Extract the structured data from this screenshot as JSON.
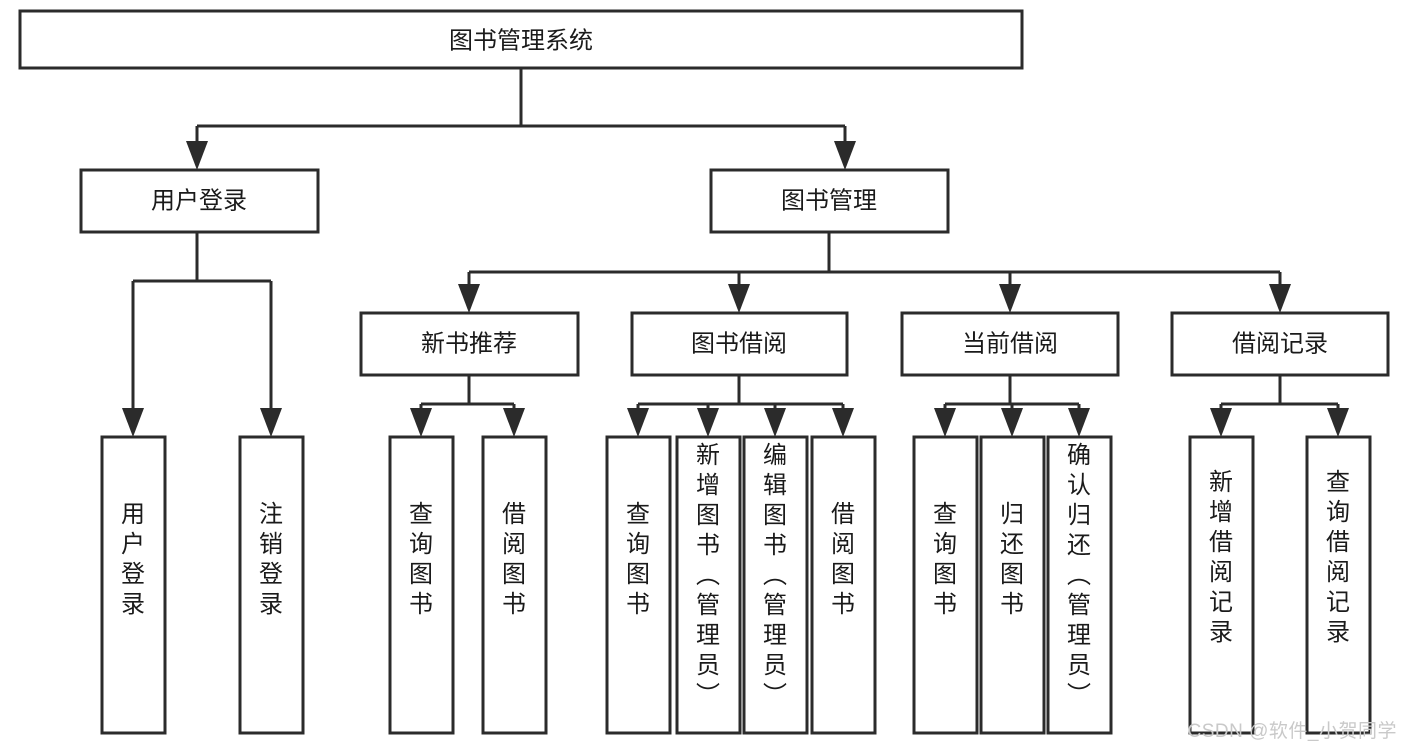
{
  "diagram": {
    "title": "图书管理系统",
    "type": "tree-hierarchy",
    "colors": {
      "box_stroke": "#2b2b2b",
      "box_fill": "#ffffff",
      "text": "#1a1a1a",
      "background": "#ffffff",
      "watermark": "#c9c9c9"
    },
    "root": {
      "id": "root",
      "label": "图书管理系统",
      "orientation": "horizontal"
    },
    "level1": [
      {
        "id": "user-login",
        "label": "用户登录",
        "orientation": "horizontal"
      },
      {
        "id": "book-management",
        "label": "图书管理",
        "orientation": "horizontal"
      }
    ],
    "level2": [
      {
        "id": "new-book-recommend",
        "label": "新书推荐",
        "parent": "book-management",
        "orientation": "horizontal"
      },
      {
        "id": "book-borrow",
        "label": "图书借阅",
        "parent": "book-management",
        "orientation": "horizontal"
      },
      {
        "id": "current-borrow",
        "label": "当前借阅",
        "parent": "book-management",
        "orientation": "horizontal"
      },
      {
        "id": "borrow-record",
        "label": "借阅记录",
        "parent": "book-management",
        "orientation": "horizontal"
      }
    ],
    "leaves": [
      {
        "id": "leaf-user-login",
        "label": "用户登录",
        "parent": "user-login",
        "orientation": "vertical"
      },
      {
        "id": "leaf-logout",
        "label": "注销登录",
        "parent": "user-login",
        "orientation": "vertical"
      },
      {
        "id": "leaf-query-book-1",
        "label": "查询图书",
        "parent": "new-book-recommend",
        "orientation": "vertical"
      },
      {
        "id": "leaf-borrow-book-1",
        "label": "借阅图书",
        "parent": "new-book-recommend",
        "orientation": "vertical"
      },
      {
        "id": "leaf-query-book-2",
        "label": "查询图书",
        "parent": "book-borrow",
        "orientation": "vertical"
      },
      {
        "id": "leaf-add-book",
        "label": "新增图书（管理员）",
        "parent": "book-borrow",
        "orientation": "vertical"
      },
      {
        "id": "leaf-edit-book",
        "label": "编辑图书（管理员）",
        "parent": "book-borrow",
        "orientation": "vertical"
      },
      {
        "id": "leaf-borrow-book-2",
        "label": "借阅图书",
        "parent": "book-borrow",
        "orientation": "vertical"
      },
      {
        "id": "leaf-query-book-3",
        "label": "查询图书",
        "parent": "current-borrow",
        "orientation": "vertical"
      },
      {
        "id": "leaf-return-book",
        "label": "归还图书",
        "parent": "current-borrow",
        "orientation": "vertical"
      },
      {
        "id": "leaf-confirm-return",
        "label": "确认归还（管理员）",
        "parent": "current-borrow",
        "orientation": "vertical"
      },
      {
        "id": "leaf-add-record",
        "label": "新增借阅记录",
        "parent": "borrow-record",
        "orientation": "vertical"
      },
      {
        "id": "leaf-query-record",
        "label": "查询借阅记录",
        "parent": "borrow-record",
        "orientation": "vertical"
      }
    ],
    "watermark": "CSDN @软件_小贺同学"
  }
}
